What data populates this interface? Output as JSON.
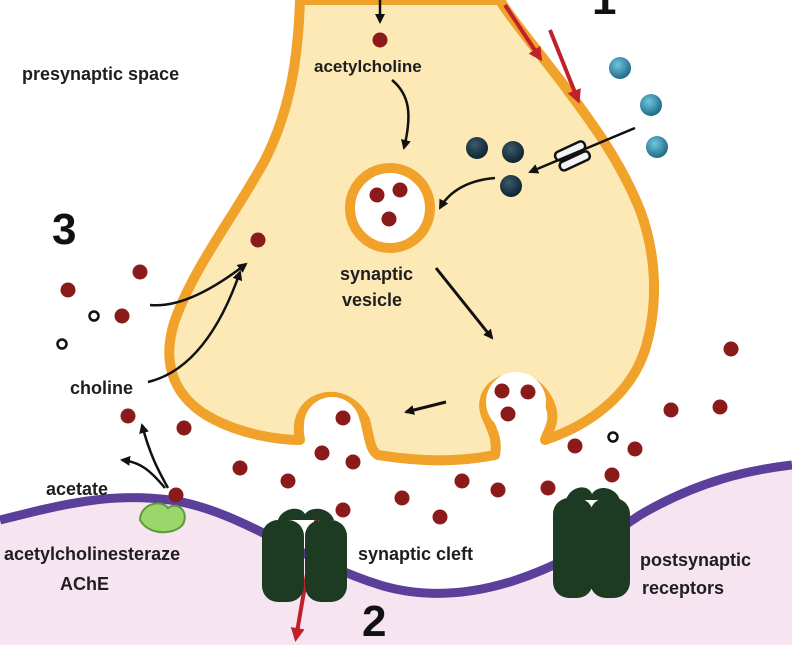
{
  "labels": {
    "presynaptic_space": "presynaptic space",
    "acetylcholine": "acetylcholine",
    "synaptic": "synaptic",
    "vesicle": "vesicle",
    "choline": "choline",
    "acetate": "acetate",
    "acetylcholinesterase": "acetylcholinesteraze",
    "ache": "AChE",
    "synaptic_cleft": "synaptic cleft",
    "postsynaptic": "postsynaptic",
    "receptors": "receptors"
  },
  "steps": {
    "one": "1",
    "two": "2",
    "three": "3"
  },
  "colors": {
    "terminal_fill": "#fde9b5",
    "terminal_stroke": "#f0a22a",
    "membrane": "#5b3f9a",
    "postsynaptic_fill": "#f6e4f0",
    "acetylcholine": "#8b1a1a",
    "calcium_ion": "#2e7f9a",
    "receptor": "#1d3b23",
    "enzyme": "#9ad66a",
    "arrow_red": "#c0202a"
  },
  "icons": {
    "calcium": "calcium-ion-icon",
    "channel": "ion-channel-icon",
    "molecule": "acetylcholine-molecule-icon"
  }
}
